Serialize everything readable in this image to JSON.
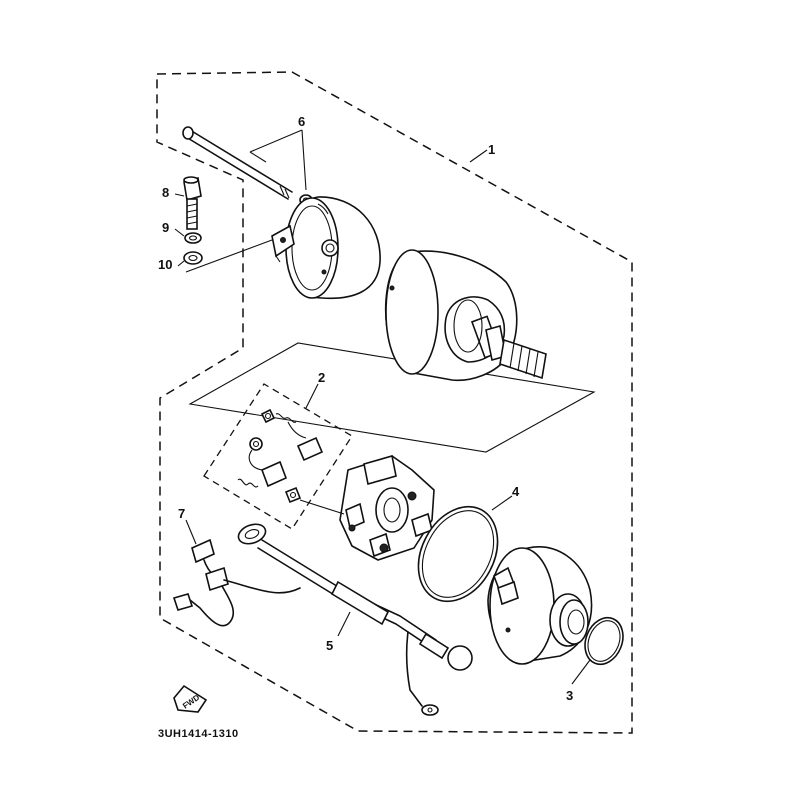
{
  "callouts": {
    "c1": "1",
    "c2": "2",
    "c3": "3",
    "c4": "4",
    "c5": "5",
    "c6": "6",
    "c7": "7",
    "c8": "8",
    "c9": "9",
    "c10": "10"
  },
  "fwd_label": "FWD",
  "diagram_code": "3UH1414-1310"
}
